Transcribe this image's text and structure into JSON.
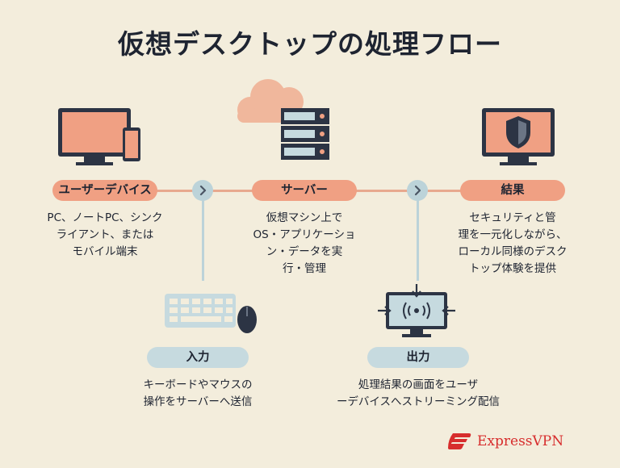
{
  "title": "仮想デスクトップの処理フロー",
  "steps": {
    "device": {
      "label": "ユーザーデバイス",
      "desc": [
        "PC、ノートPC、シンク",
        "ライアント、または",
        "モバイル端末"
      ]
    },
    "server": {
      "label": "サーバー",
      "desc": [
        "仮想マシン上で",
        "OS・アプリケーショ",
        "ン・データを実",
        "行・管理"
      ]
    },
    "result": {
      "label": "結果",
      "desc": [
        "セキュリティと管",
        "理を一元化しながら、",
        "ローカル同様のデスク",
        "トップ体験を提供"
      ]
    },
    "input": {
      "label": "入力",
      "desc": [
        "キーボードやマウスの",
        "操作をサーバーへ送信"
      ]
    },
    "output": {
      "label": "出力",
      "desc": [
        "処理結果の画面をユーザ",
        "ーデバイスへストリーミング配信"
      ]
    }
  },
  "brand": {
    "name": "ExpressVPN"
  },
  "colors": {
    "background": "#F3EDDC",
    "accent_orange": "#F0A083",
    "accent_blue": "#C6DADF",
    "text": "#1E2431",
    "brand_red": "#D72D2D"
  }
}
